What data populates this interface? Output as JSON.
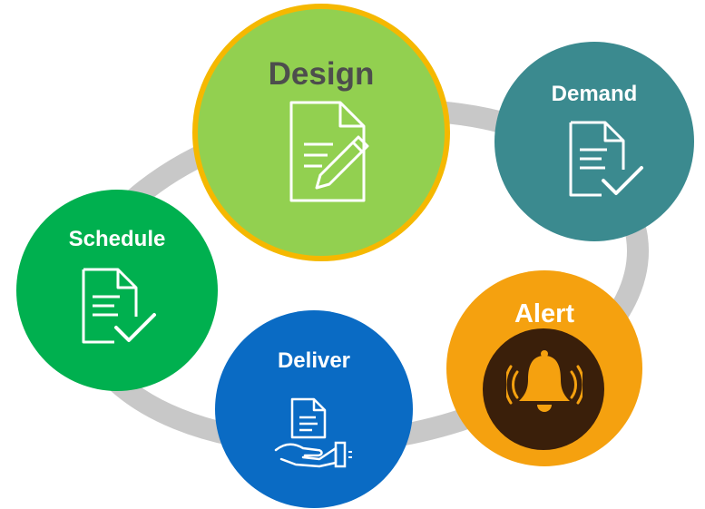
{
  "diagram": {
    "nodes": [
      {
        "id": "design",
        "label": "Design",
        "icon": "document-pencil-icon",
        "fill": "#92d050",
        "border": "#f5b800"
      },
      {
        "id": "demand",
        "label": "Demand",
        "icon": "document-check-icon",
        "fill": "#3b8a8f"
      },
      {
        "id": "schedule",
        "label": "Schedule",
        "icon": "document-check-icon",
        "fill": "#00b04f"
      },
      {
        "id": "deliver",
        "label": "Deliver",
        "icon": "hand-document-icon",
        "fill": "#0a6bc4"
      },
      {
        "id": "alert",
        "label": "Alert",
        "icon": "bell-ringing-icon",
        "fill": "#f5a10f"
      }
    ],
    "ring_color": "#c8c8c8"
  }
}
